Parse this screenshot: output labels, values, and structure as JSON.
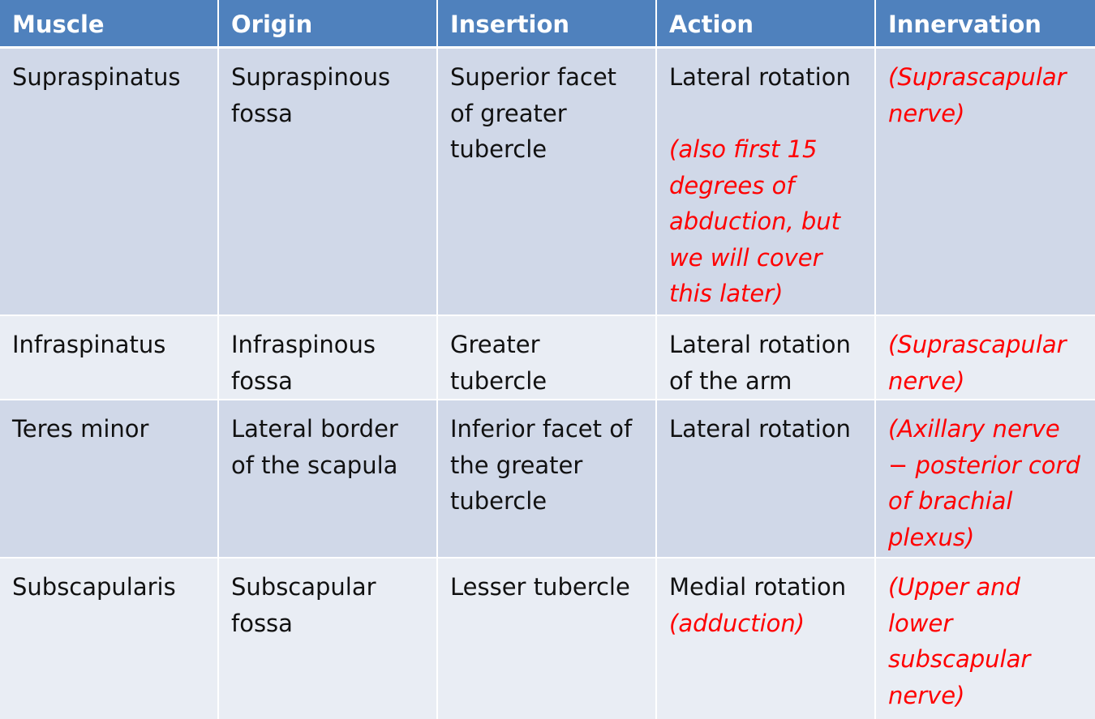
{
  "table": {
    "headers": [
      "Muscle",
      "Origin",
      "Insertion",
      "Action",
      "Innervation"
    ],
    "rows": [
      {
        "muscle": "Supraspinatus",
        "origin": "Supraspinous\nfossa",
        "insertion": "Superior facet\nof greater\ntubercle",
        "action": "Lateral rotation",
        "action_note": "(also first 15\ndegrees of\nabduction, but\nwe will cover\nthis later)",
        "innervation": "(Suprascapular\nnerve)"
      },
      {
        "muscle": "Infraspinatus",
        "origin": "Infraspinous\nfossa",
        "insertion": "Greater\ntubercle",
        "action": "Lateral rotation\nof the arm",
        "innervation": "(Suprascapular\nnerve)"
      },
      {
        "muscle": "Teres minor",
        "origin": "Lateral border\nof the scapula",
        "insertion": "Inferior facet of\nthe greater\ntubercle",
        "action": "Lateral rotation",
        "innervation": "(Axillary nerve\n− posterior cord\nof brachial\nplexus)"
      },
      {
        "muscle": "Subscapularis",
        "origin": "Subscapular\nfossa",
        "insertion": "Lesser tubercle",
        "action": "Medial rotation",
        "action_note": "(adduction)",
        "innervation": "(Upper and\nlower\nsubscapular\nnerve)"
      }
    ]
  },
  "colors": {
    "header_bg": "#4f81bd",
    "header_text": "#ffffff",
    "row_dark": "#d0d8e8",
    "row_light": "#e9edf4",
    "note_red": "#ff0000"
  }
}
